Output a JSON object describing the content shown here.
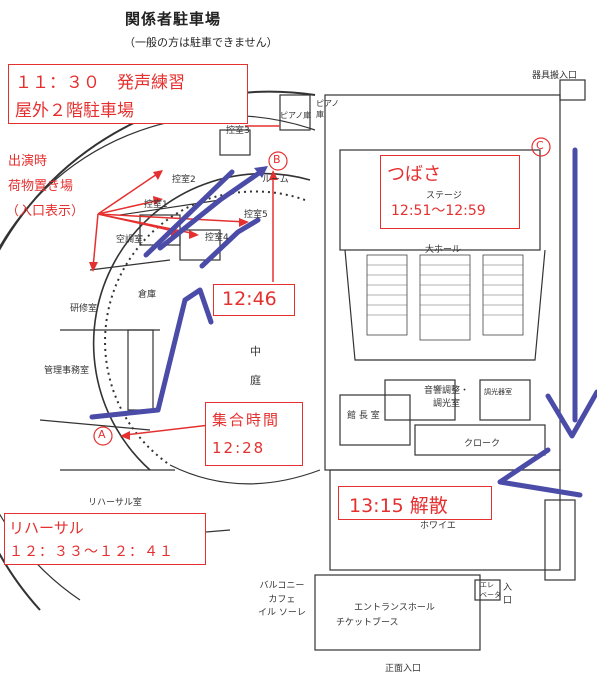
{
  "header": {
    "title": "関係者駐車場",
    "subtitle": "（一般の方は駐車できません）"
  },
  "parking_note": {
    "line1": "１１：３０　発声練習",
    "line2": "屋外２階駐車場"
  },
  "luggage_note": {
    "line1": "出演時",
    "line2": "荷物置き場",
    "line3": "（入口表示）"
  },
  "stage_note": {
    "name": "つばさ",
    "time": "12:51〜12:59"
  },
  "time_1246": "12:46",
  "assembly_note": {
    "label": "集合時間",
    "time": "12:28"
  },
  "dismiss_note": "13:15 解散",
  "rehearsal_note": {
    "label": "リハーサル",
    "time": "１２：３３〜１２：４１"
  },
  "markers": {
    "a": "A",
    "b": "B",
    "c": "C"
  },
  "rooms": {
    "equipment_entrance": "器具搬入口",
    "piano_storage": "ピアノ庫",
    "piano_room": "ピアノ\n庫",
    "green_room3": "控室3",
    "green_room2": "控室2",
    "green_room1": "控室1",
    "green_room4": "控室4",
    "green_room5": "控室5",
    "room_b": "ルーム",
    "ac_room": "空調室",
    "warehouse": "倉庫",
    "training_room": "研修室",
    "management_office": "管理事務室",
    "rehearsal_room": "リハーサル室",
    "stage": "ステージ",
    "main_hall": "大ホール",
    "courtyard": "中\n\n庭",
    "sound_room": "音響調整・\n調光室",
    "lighting_room": "調光器室",
    "director_room": "館 長 室",
    "cloak": "クローク",
    "foyer": "ホワイエ",
    "balcony_cafe": "バルコニー\nカフェ\nイル ソーレ",
    "entrance_hall": "エントランスホール",
    "ticket_booth": "チケットブース",
    "elevator": "エレ\nベータ",
    "entrance": "入\n口",
    "main_entrance": "正面入口"
  },
  "colors": {
    "annotation": "#e53030",
    "route": "#4b4ba8"
  }
}
